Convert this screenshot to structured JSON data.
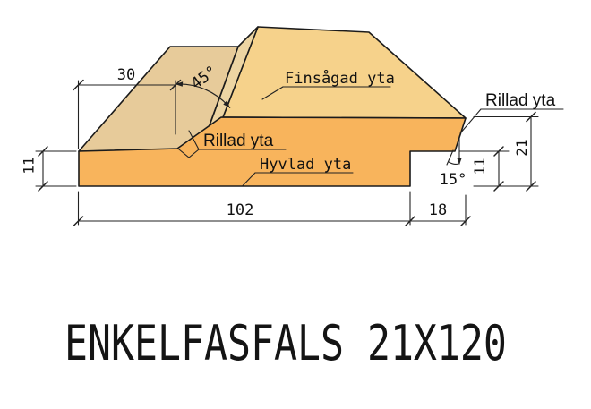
{
  "title": "ENKELFASFALS 21X120",
  "diagram": {
    "surface_labels": {
      "finsagad": "Finsågad yta",
      "rillad_left": "Rillad yta",
      "hyvlad": "Hyvlad yta",
      "rillad_right": "Rillad yta"
    },
    "dimensions": {
      "flat_top_width": "30",
      "bevel_angle": "45°",
      "left_thickness": "11",
      "body_width": "102",
      "rabbet_width": "18",
      "rabbet_thickness": "11",
      "total_thickness": "21",
      "rabbet_edge_angle": "15°"
    },
    "colors": {
      "front_face": "#F8B45C",
      "top_face": "#F6D28B",
      "bevel_face": "#E7CB9A",
      "bevel_sliver": "#EDD5A3",
      "outline": "#1b1b1b",
      "annotation": "#111111"
    }
  }
}
